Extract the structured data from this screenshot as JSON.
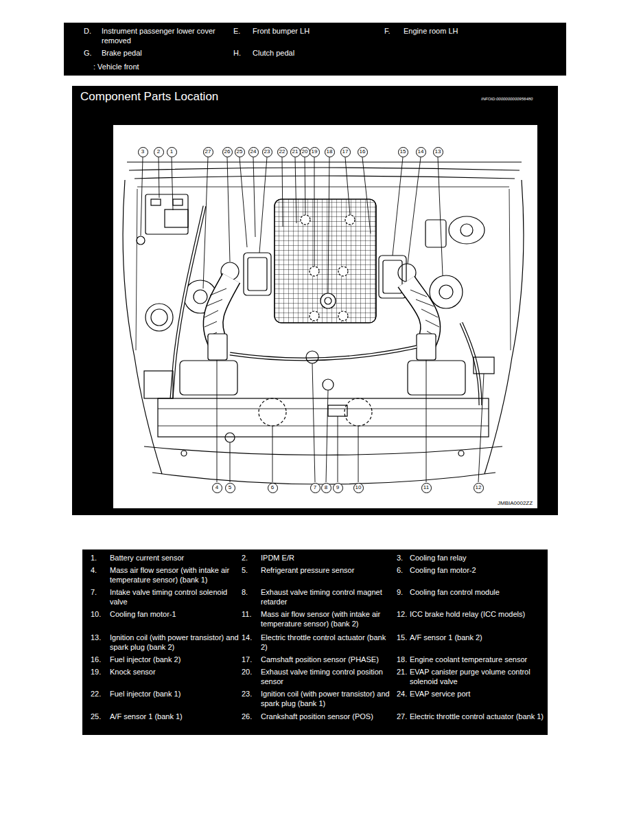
{
  "diagram": {
    "nodes": [
      {
        "text": [
          "D.",
          "Instrument passenger lower cover removed",
          "E.",
          "Front bumper LH",
          "F.",
          "Engine room LH",
          "G.",
          "Brake pedal",
          "H.",
          "Clutch pedal",
          ": Vehicle front"
        ]
      },
      {
        "text": [
          "Component Parts Location",
          "INFOID:0000000000956480",
          "JMBIA0002ZZ"
        ]
      },
      {
        "text": [
          "3"
        ],
        "in": 1
      },
      {
        "text": [
          "2"
        ],
        "in": 1
      },
      {
        "text": [
          "1"
        ],
        "in": 1
      },
      {
        "text": [
          "27"
        ],
        "in": 1
      },
      {
        "text": [
          "26"
        ],
        "in": 1
      },
      {
        "text": [
          "25"
        ],
        "in": 1
      },
      {
        "text": [
          "24"
        ],
        "in": 1
      },
      {
        "text": [
          "23"
        ],
        "in": 1
      },
      {
        "text": [
          "22"
        ],
        "in": 1
      },
      {
        "text": [
          "21"
        ],
        "in": 1
      },
      {
        "text": [
          "20"
        ],
        "in": 1
      },
      {
        "text": [
          "19"
        ],
        "in": 1
      },
      {
        "text": [
          "18"
        ],
        "in": 1
      },
      {
        "text": [
          "17"
        ],
        "in": 1
      },
      {
        "text": [
          "16"
        ],
        "in": 1
      },
      {
        "text": [
          "15"
        ],
        "in": 1
      },
      {
        "text": [
          "14"
        ],
        "in": 1
      },
      {
        "text": [
          "13"
        ],
        "in": 1
      },
      {
        "text": [
          "4"
        ],
        "in": 1
      },
      {
        "text": [
          "5"
        ],
        "in": 1
      },
      {
        "text": [
          "6"
        ],
        "in": 1
      },
      {
        "text": [
          "7"
        ],
        "in": 1
      },
      {
        "text": [
          "8"
        ],
        "in": 1
      },
      {
        "text": [
          "9"
        ],
        "in": 1
      },
      {
        "text": [
          "10"
        ],
        "in": 1
      },
      {
        "text": [
          "11"
        ],
        "in": 1
      },
      {
        "text": [
          "12"
        ],
        "in": 1
      },
      {
        "text": [
          "1.",
          "Battery current sensor",
          "2.",
          "IPDM E/R",
          "3.",
          "Cooling fan relay",
          "4.",
          "Mass air flow sensor (with intake air temperature sensor) (bank 1)",
          "5.",
          "Refrigerant pressure sensor",
          "6.",
          "Cooling fan motor-2",
          "7.",
          "Intake valve timing control solenoid valve",
          "8.",
          "Exhaust valve timing control magnet retarder",
          "9.",
          "Cooling fan control module",
          "10.",
          "Cooling fan motor-1",
          "11.",
          "Mass air flow sensor (with intake air temperature sensor) (bank 2)",
          "12.",
          "ICC brake hold relay (ICC models)",
          "13.",
          "Ignition coil (with power transistor) and spark plug (bank 2)",
          "14.",
          "Electric throttle control actuator (bank 2)",
          "15.",
          "A/F sensor 1 (bank 2)",
          "16.",
          "Fuel injector (bank 2)",
          "17.",
          "Camshaft position sensor (PHASE)",
          "18.",
          "Engine coolant temperature sensor",
          "19.",
          "Knock sensor",
          "20.",
          "Exhaust valve timing control position sensor",
          "21.",
          "EVAP canister purge volume control solenoid valve",
          "22.",
          "Fuel injector (bank 1)",
          "23.",
          "Ignition coil (with power transistor) and spark plug (bank 1)",
          "24.",
          "EVAP service port",
          "25.",
          "A/F sensor 1 (bank 1)",
          "26.",
          "Crankshaft position sensor (POS)",
          "27.",
          "Electric throttle control actuator (bank 1)"
        ]
      }
    ]
  }
}
